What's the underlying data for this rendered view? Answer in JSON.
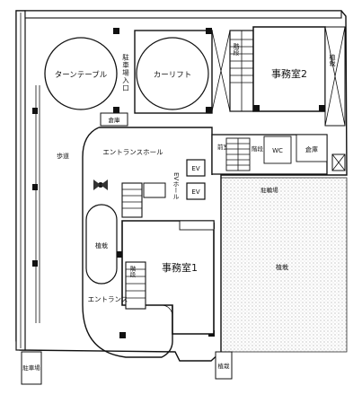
{
  "labels": {
    "turntable": "ターンテーブル",
    "car_stop": "駐車場入口",
    "car_lift": "カーリフト",
    "office2": "事務室2",
    "office1": "事務室1",
    "entrance_hall": "エントランスホール",
    "ev_hall": "EVホール",
    "ev1": "EV",
    "ev2": "EV",
    "walkway": "歩道",
    "planting_left": "植栽",
    "planting_top": "植栽",
    "storage": "倉庫",
    "anteroom": "前室",
    "wc": "WC",
    "stairs_top": "階段",
    "stairs_mid": "階段",
    "stairs_bottom": "階段",
    "entrance": "エントランス",
    "parking_bottom": "駐車場",
    "shrub_right": "植栽",
    "shed": "倉庫",
    "bicycle": "駐輪場",
    "garden": "植栽"
  }
}
